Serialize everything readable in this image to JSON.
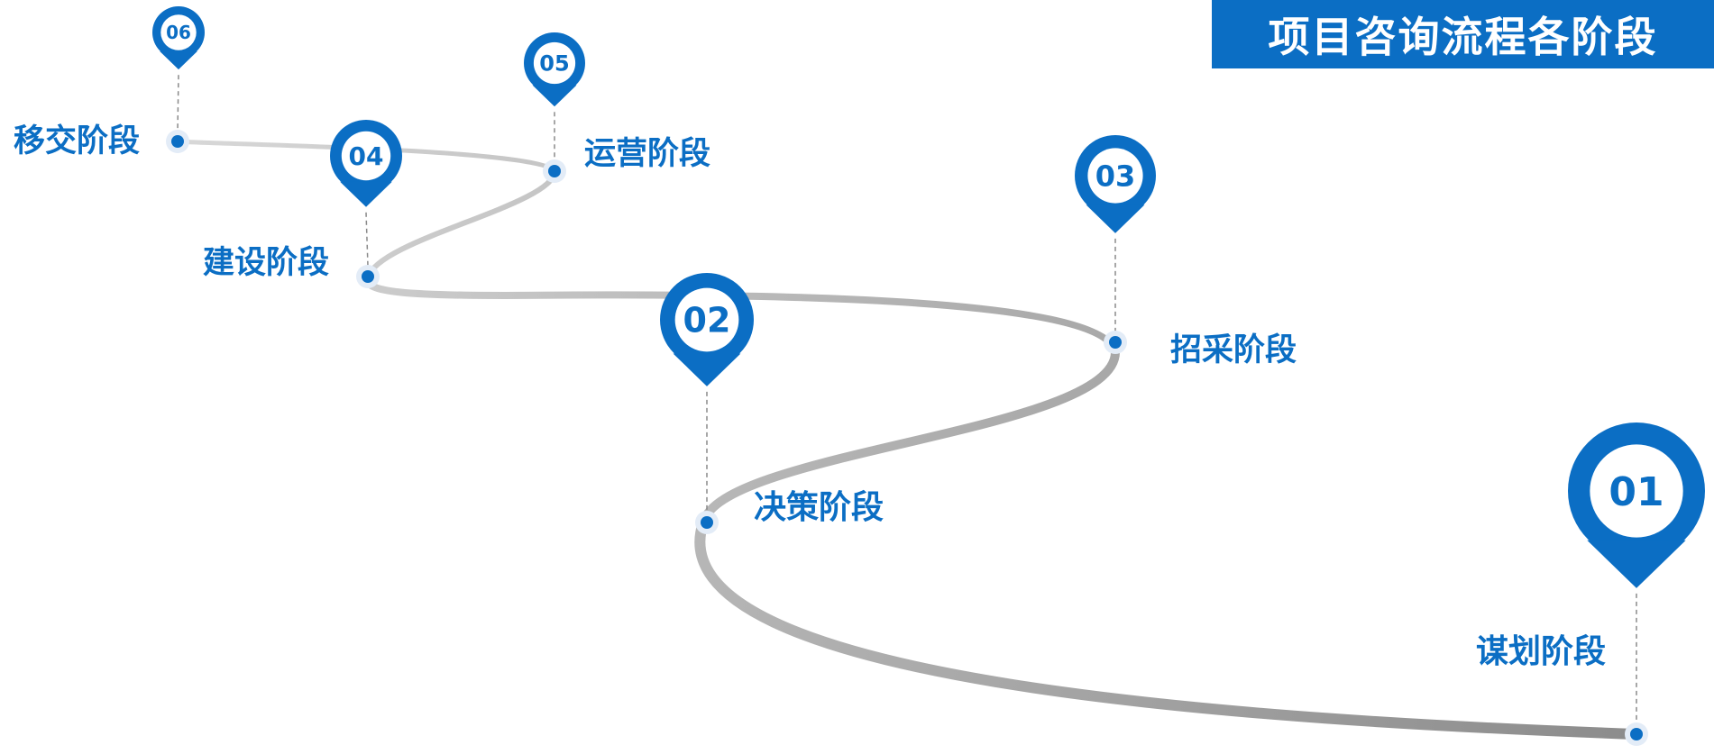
{
  "title": "项目咨询流程各阶段",
  "colors": {
    "primary": "#0b6ec4",
    "track_light": "#d2d2d2",
    "track_dark": "#8c8c8c",
    "dash": "#8a8a8a",
    "dot_halo": "#e3ecf7"
  },
  "stages": [
    {
      "number": "01",
      "label": "谋划阶段"
    },
    {
      "number": "02",
      "label": "决策阶段"
    },
    {
      "number": "03",
      "label": "招采阶段"
    },
    {
      "number": "04",
      "label": "建设阶段"
    },
    {
      "number": "05",
      "label": "运营阶段"
    },
    {
      "number": "06",
      "label": "移交阶段"
    }
  ]
}
